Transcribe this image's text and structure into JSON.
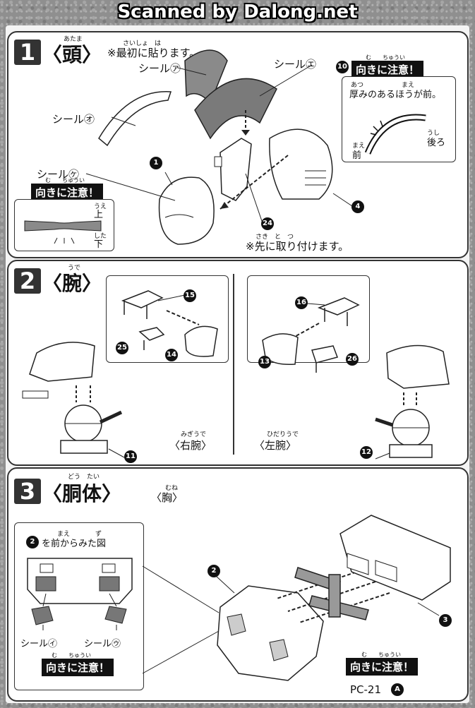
{
  "header": {
    "scanner_credit": "Scanned by Dalong.net"
  },
  "section1": {
    "number": "1",
    "title": "〈頭〉",
    "title_ruby": "あたま",
    "note_first": "※最初に貼ります。",
    "note_first_ruby": "さいしょ　は",
    "seal_a": "シール㋐",
    "seal_e": "シール㋓",
    "seal_o": "シール㋔",
    "seal_ke": "シール㋘",
    "warn_label": "向きに注意！",
    "warn_ruby": "む　　ちゅうい",
    "thick_text": "厚みのあるほうが前。",
    "thick_ruby": "あつ　　　　　　まえ",
    "back_label": "後ろ",
    "back_ruby": "うし",
    "front_label": "前",
    "front_ruby": "まえ",
    "top_label": "上",
    "top_ruby": "うえ",
    "bottom_label": "下",
    "bottom_ruby": "した",
    "note_attach_first": "※先に取り付けます。",
    "note_attach_ruby": "さき　と　つ",
    "parts": [
      "10",
      "1",
      "4",
      "24"
    ]
  },
  "section2": {
    "number": "2",
    "title": "〈腕〉",
    "title_ruby": "うで",
    "right_arm": "〈右腕〉",
    "right_arm_ruby": "みぎうで",
    "left_arm": "〈左腕〉",
    "left_arm_ruby": "ひだりうで",
    "parts_right": [
      "15",
      "25",
      "14",
      "11"
    ],
    "parts_left": [
      "16",
      "13",
      "26",
      "12"
    ]
  },
  "section3": {
    "number": "3",
    "title": "〈胴体〉",
    "title_ruby": "どう　たい",
    "chest": "〈胸〉",
    "chest_ruby": "むね",
    "front_view": "を前からみた図",
    "front_view_ruby": "まえ　　　　ず",
    "front_view_part": "2",
    "seal_i": "シール㋑",
    "seal_u": "シール㋒",
    "warn_label": "向きに注意！",
    "warn_ruby": "む　　ちゅうい",
    "parts": [
      "2",
      "3"
    ]
  },
  "footer": {
    "page_code": "PC-21",
    "page_mark": "A"
  },
  "colors": {
    "dark": "#333333",
    "paper": "#ffffff",
    "seal_gray": "#8a8a8a"
  }
}
